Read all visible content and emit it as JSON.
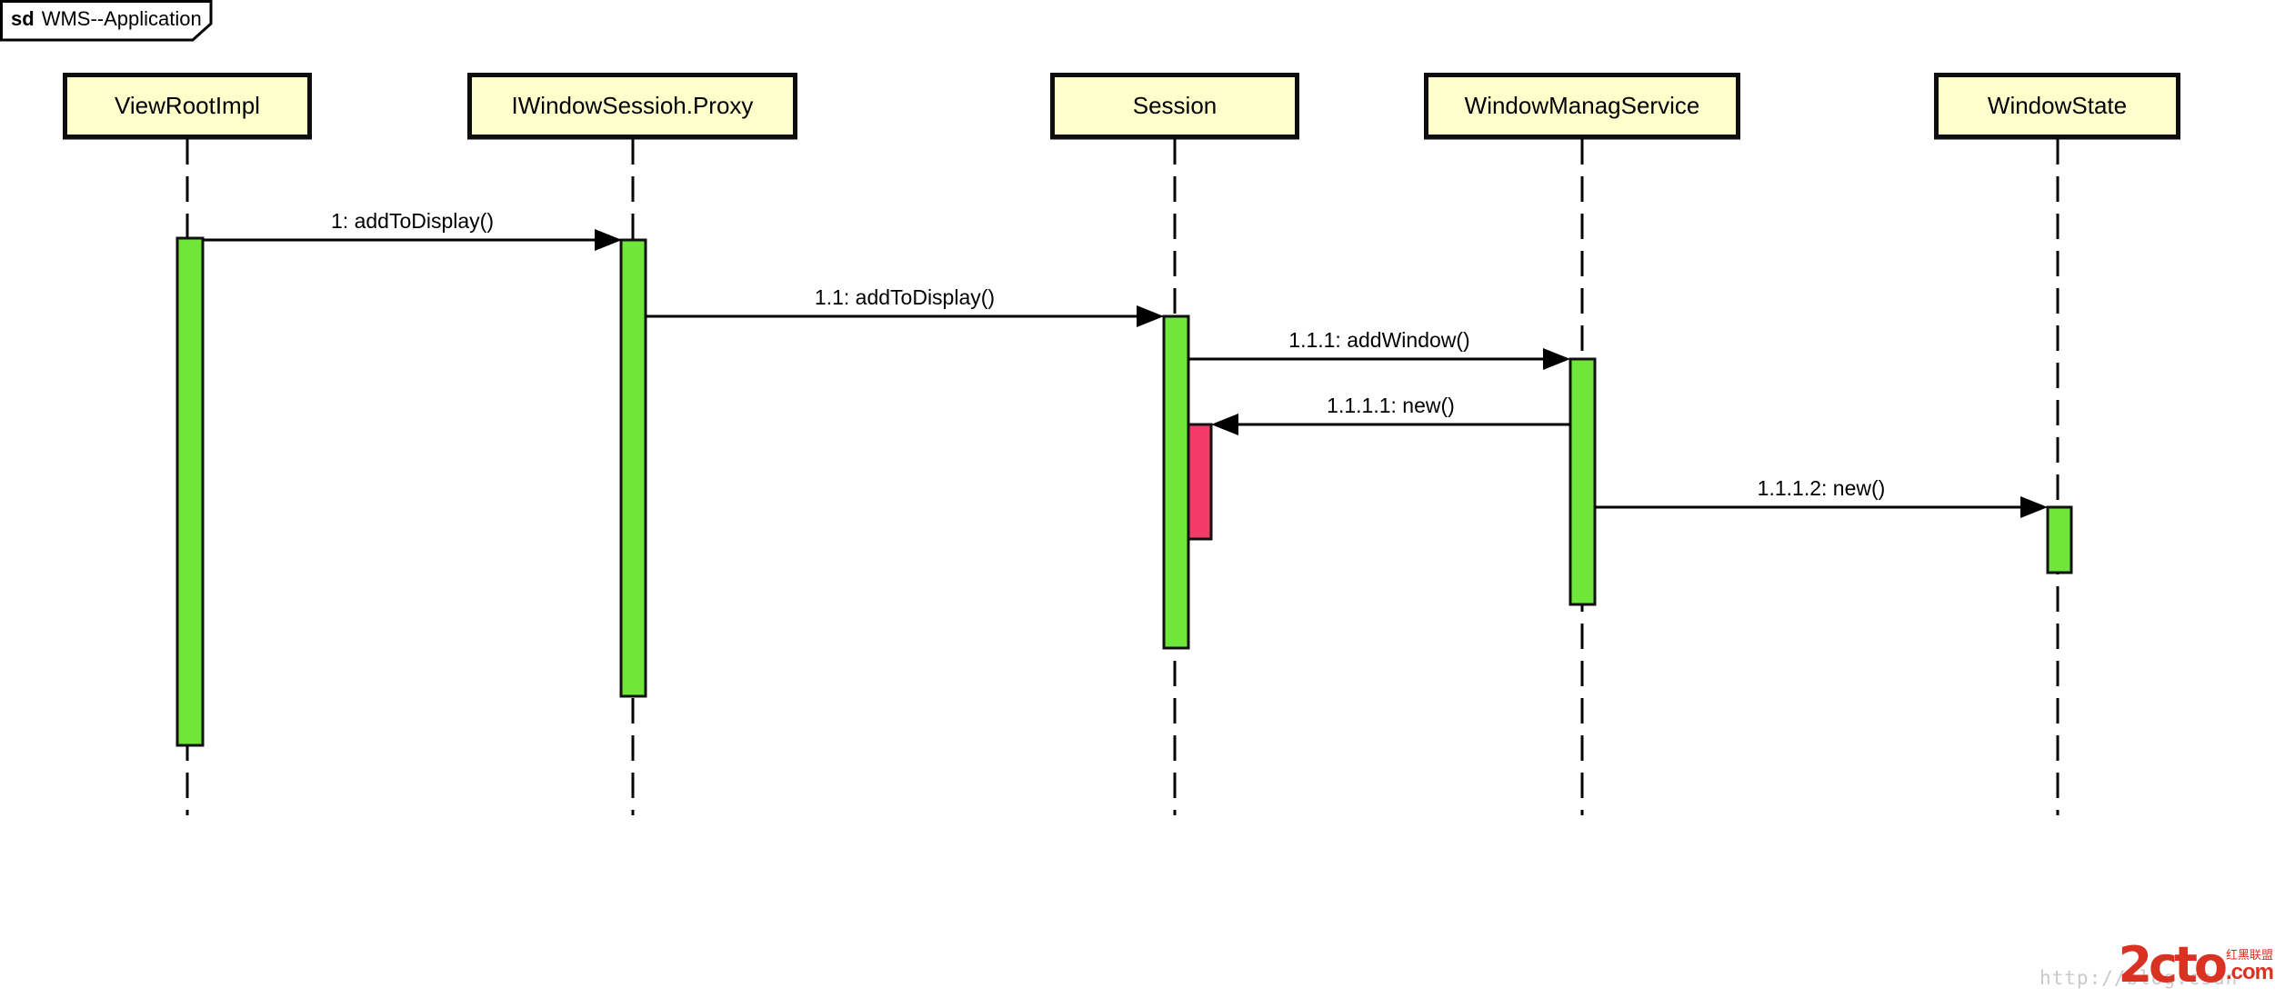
{
  "frame": {
    "keyword": "sd",
    "title": "WMS--Application"
  },
  "lifelines": [
    {
      "name": "ViewRootImpl"
    },
    {
      "name": "IWindowSessioh.Proxy"
    },
    {
      "name": "Session"
    },
    {
      "name": "WindowManagService"
    },
    {
      "name": "WindowState"
    }
  ],
  "messages": [
    {
      "label": "1: addToDisplay()",
      "from": "ViewRootImpl",
      "to": "IWindowSessioh.Proxy",
      "direction": "right"
    },
    {
      "label": "1.1: addToDisplay()",
      "from": "IWindowSessioh.Proxy",
      "to": "Session",
      "direction": "right"
    },
    {
      "label": "1.1.1: addWindow()",
      "from": "Session",
      "to": "WindowManagService",
      "direction": "right"
    },
    {
      "label": "1.1.1.1: new()",
      "from": "WindowManagService",
      "to": "Session",
      "direction": "left"
    },
    {
      "label": "1.1.1.2: new()",
      "from": "WindowManagService",
      "to": "WindowState",
      "direction": "right"
    }
  ],
  "colors": {
    "lifeline_head_fill": "#FFFFCC",
    "activation_green": "#6FE73A",
    "activation_red": "#F33A68",
    "line_black": "#000000",
    "watermark_red": "#D93222",
    "watermark_gray": "#C9C9C9"
  },
  "watermark": {
    "url_text": "http://blog.csdn",
    "logo_text": "2cto",
    "logo_suffix": ".com",
    "logo_tagline": "红黑联盟"
  }
}
